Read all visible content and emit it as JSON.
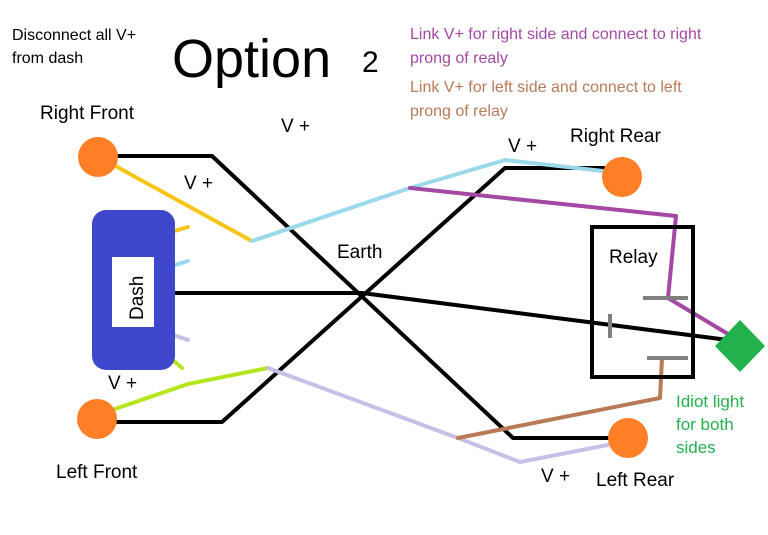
{
  "notes": {
    "disconnect": [
      "Disconnect all V+",
      "from dash"
    ],
    "purple_note": [
      "Link V+ for right side and connect to right",
      "prong of realy"
    ],
    "brown_note": [
      "Link V+ for left side and connect to left",
      "prong of relay"
    ]
  },
  "title": {
    "main": "Option",
    "suffix": "2"
  },
  "labels": {
    "right_front": "Right Front",
    "right_rear": "Right Rear",
    "left_front": "Left Front",
    "left_rear": "Left Rear",
    "dash": "Dash",
    "relay": "Relay",
    "earth": "Earth",
    "v_plus": "V +",
    "idiot_light": [
      "Idiot light",
      "for both",
      "sides"
    ]
  },
  "colors": {
    "lamp": "#ff7f27",
    "dash": "#3f48cc",
    "light": "#22b14c",
    "purple": "#a349a4",
    "brown": "#b97a57",
    "yellow": "#f5c518",
    "light_blue": "#99d9ea",
    "lime": "#b5e61d",
    "lavender": "#c8bfe7",
    "black": "#000000",
    "gray": "#7f7f7f"
  }
}
